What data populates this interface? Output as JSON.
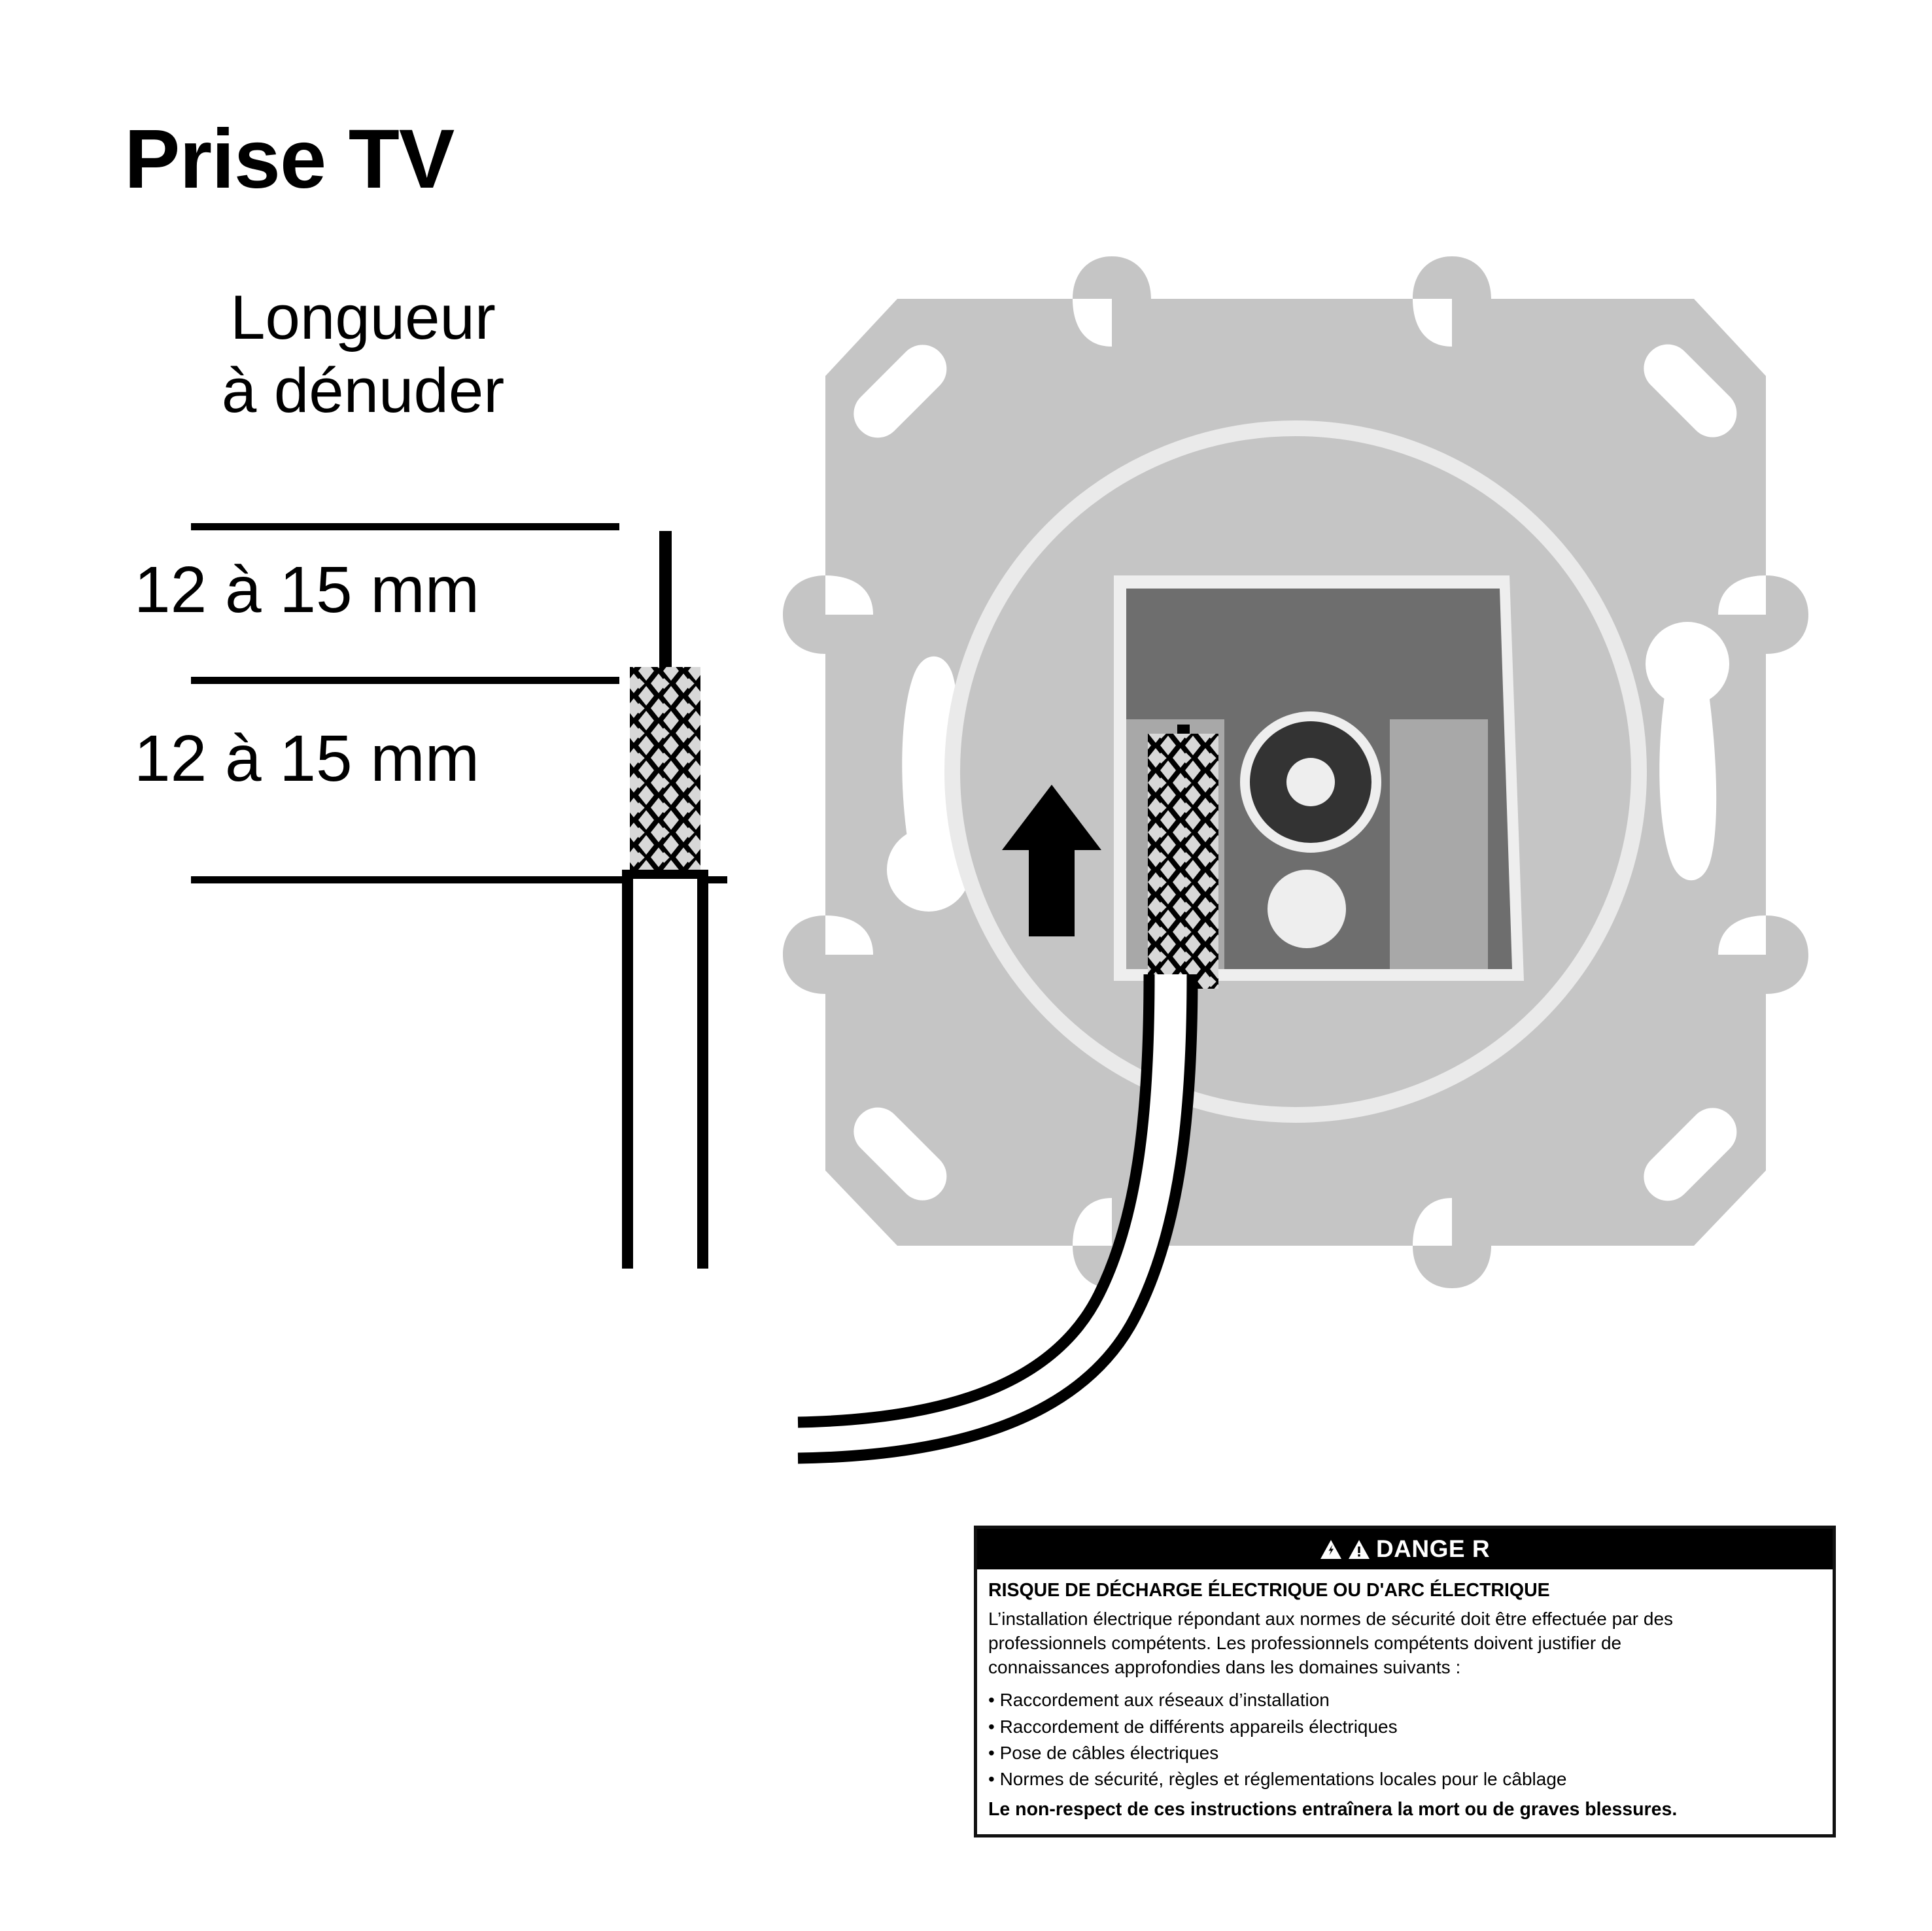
{
  "title": "Prise TV",
  "legend": {
    "subtitle_line1": "Longueur",
    "subtitle_line2": "à dénuder",
    "measure_top": "12 à 15 mm",
    "measure_bottom": "12 à 15 mm"
  },
  "socket": {
    "arrow_direction": "up",
    "frame_color": "#c5c5c5",
    "plate_ring_color": "#e9e9e9",
    "connector_block_color": "#6e6e6e",
    "connector_light_color": "#a8a8a8",
    "connector_dark_color": "#333333",
    "cable_braid_color": "#000000",
    "cable_sheath_color": "#ffffff"
  },
  "danger": {
    "label": "DANGE R",
    "icon_left": "electric-shock-triangle-icon",
    "icon_right": "warning-triangle-icon",
    "heading": "RISQUE DE DÉCHARGE ÉLECTRIQUE OU D'ARC ÉLECTRIQUE",
    "paragraph_line1": "L’installation électrique répondant aux normes de sécurité doit être effectuée par des",
    "paragraph_line2": "professionnels compétents. Les professionnels compétents doivent justifier de",
    "paragraph_line3": "connaissances approfondies dans les domaines suivants :",
    "bullets": [
      "• Raccordement aux réseaux d’installation",
      "• Raccordement de différents appareils électriques",
      "• Pose de câbles électriques",
      "• Normes de sécurité, règles et réglementations locales pour le câblage"
    ],
    "footer": "Le non-respect de ces instructions entraînera la mort ou de graves blessures."
  }
}
